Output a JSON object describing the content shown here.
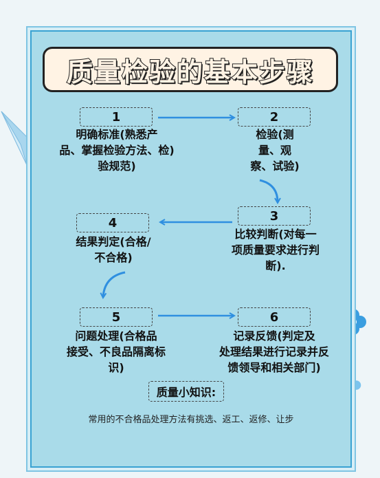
{
  "title": "质量检验的基本步骤",
  "steps": [
    {
      "number": "1",
      "lines": [
        "明确标准(熟悉产",
        "品、掌握检验方法、检)",
        "验规范)"
      ]
    },
    {
      "number": "2",
      "lines": [
        "检验(测",
        "量、观",
        "察、试验)"
      ]
    },
    {
      "number": "3",
      "lines": [
        "比较判断(对每一",
        "项质量要求进行判",
        "断)."
      ]
    },
    {
      "number": "4",
      "lines": [
        "结果判定(合格/",
        "不合格)"
      ]
    },
    {
      "number": "5",
      "lines": [
        "问题处理(合格品",
        "接受、不良品隔离标",
        "识)"
      ]
    },
    {
      "number": "6",
      "lines": [
        "记录反馈(判定及",
        "处理结果进行记录并反",
        "馈领导和相关部门)"
      ]
    }
  ],
  "tips": {
    "title": "质量小知识:",
    "text": "常用的不合格品处理方法有挑选、返工、返修、让步"
  },
  "colors": {
    "card_bg": "#a9dbe9",
    "border": "#39a2d2",
    "arrow": "#2f8fe0",
    "title_bg": "#fff3e4"
  }
}
